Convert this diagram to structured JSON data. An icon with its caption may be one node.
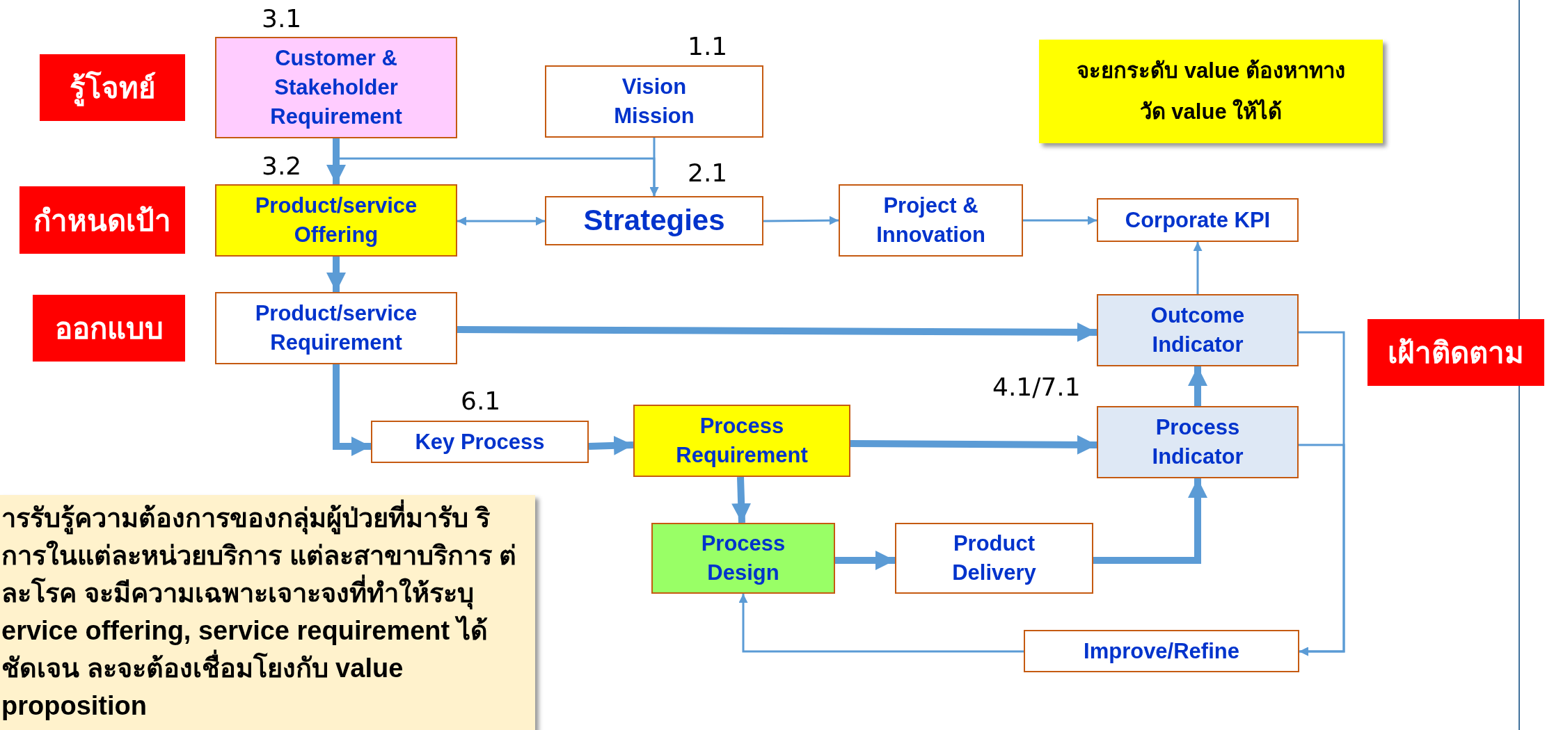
{
  "diagram": {
    "nodes": [
      {
        "text": [
          "รู้โจทย์"
        ]
      },
      {
        "text": [
          "กำหนดเป้า"
        ]
      },
      {
        "text": [
          "ออกแบบ"
        ]
      },
      {
        "text": [
          "เฝ้าติดตาม"
        ]
      },
      {
        "text": [
          "Customer & Stakeholder Requirement"
        ],
        "beside": [
          "3.1"
        ]
      },
      {
        "text": [
          "Vision Mission"
        ],
        "beside": [
          "1.1"
        ]
      },
      {
        "text": [
          "จะยกระดับ value ต้องหาทางวัด value ให้ได้"
        ]
      },
      {
        "text": [
          "Product/service Offering"
        ],
        "beside": [
          "3.2"
        ]
      },
      {
        "text": [
          "Strategies"
        ],
        "beside": [
          "2.1"
        ]
      },
      {
        "text": [
          "Project & Innovation"
        ]
      },
      {
        "text": [
          "Corporate KPI"
        ]
      },
      {
        "text": [
          "Product/service Requirement"
        ]
      },
      {
        "text": [
          "Outcome Indicator"
        ]
      },
      {
        "text": [
          "Key Process"
        ],
        "beside": [
          "6.1"
        ]
      },
      {
        "text": [
          "Process Requirement"
        ]
      },
      {
        "text": [
          "Process Indicator"
        ],
        "beside": [
          "4.1/7.1"
        ]
      },
      {
        "text": [
          "Process Design"
        ]
      },
      {
        "text": [
          "Product Delivery"
        ]
      },
      {
        "text": [
          "Improve/Refine"
        ]
      },
      {
        "text": [
          "ารรับรู้ความต้องการของกลุ่มผู้ป่วยที่มารับ ริการในแต่ละหน่วยบริการ แต่ละสาขาบริการ ต่ละโรค จะมีความเฉพาะเจาะจงที่ทำให้ระบุ ervice offering, service requirement ได้ชัดเจน ละจะต้องเชื่อมโยงกับ value proposition"
        ]
      }
    ],
    "edges": [
      {
        "from": 4,
        "to": 7,
        "arrow": "to"
      },
      {
        "from": 4,
        "to": 8,
        "arrow": "to"
      },
      {
        "from": 5,
        "to": 8,
        "arrow": "to"
      },
      {
        "from": 7,
        "to": 8,
        "arrow": "both"
      },
      {
        "from": 8,
        "to": 9,
        "arrow": "to"
      },
      {
        "from": 9,
        "to": 10,
        "arrow": "to"
      },
      {
        "from": 7,
        "to": 11,
        "arrow": "to"
      },
      {
        "from": 11,
        "to": 12,
        "arrow": "to"
      },
      {
        "from": 11,
        "to": 13,
        "arrow": "to"
      },
      {
        "from": 13,
        "to": 14,
        "arrow": "to"
      },
      {
        "from": 14,
        "to": 15,
        "arrow": "to"
      },
      {
        "from": 14,
        "to": 16,
        "arrow": "to"
      },
      {
        "from": 16,
        "to": 17,
        "arrow": "to"
      },
      {
        "from": 17,
        "to": 15,
        "arrow": "to"
      },
      {
        "from": 15,
        "to": 12,
        "arrow": "to"
      },
      {
        "from": 12,
        "to": 10,
        "arrow": "to"
      },
      {
        "from": 12,
        "to": 18,
        "arrow": "to"
      },
      {
        "from": 15,
        "to": 18,
        "arrow": "to"
      },
      {
        "from": 18,
        "to": 16,
        "arrow": "to"
      }
    ]
  }
}
